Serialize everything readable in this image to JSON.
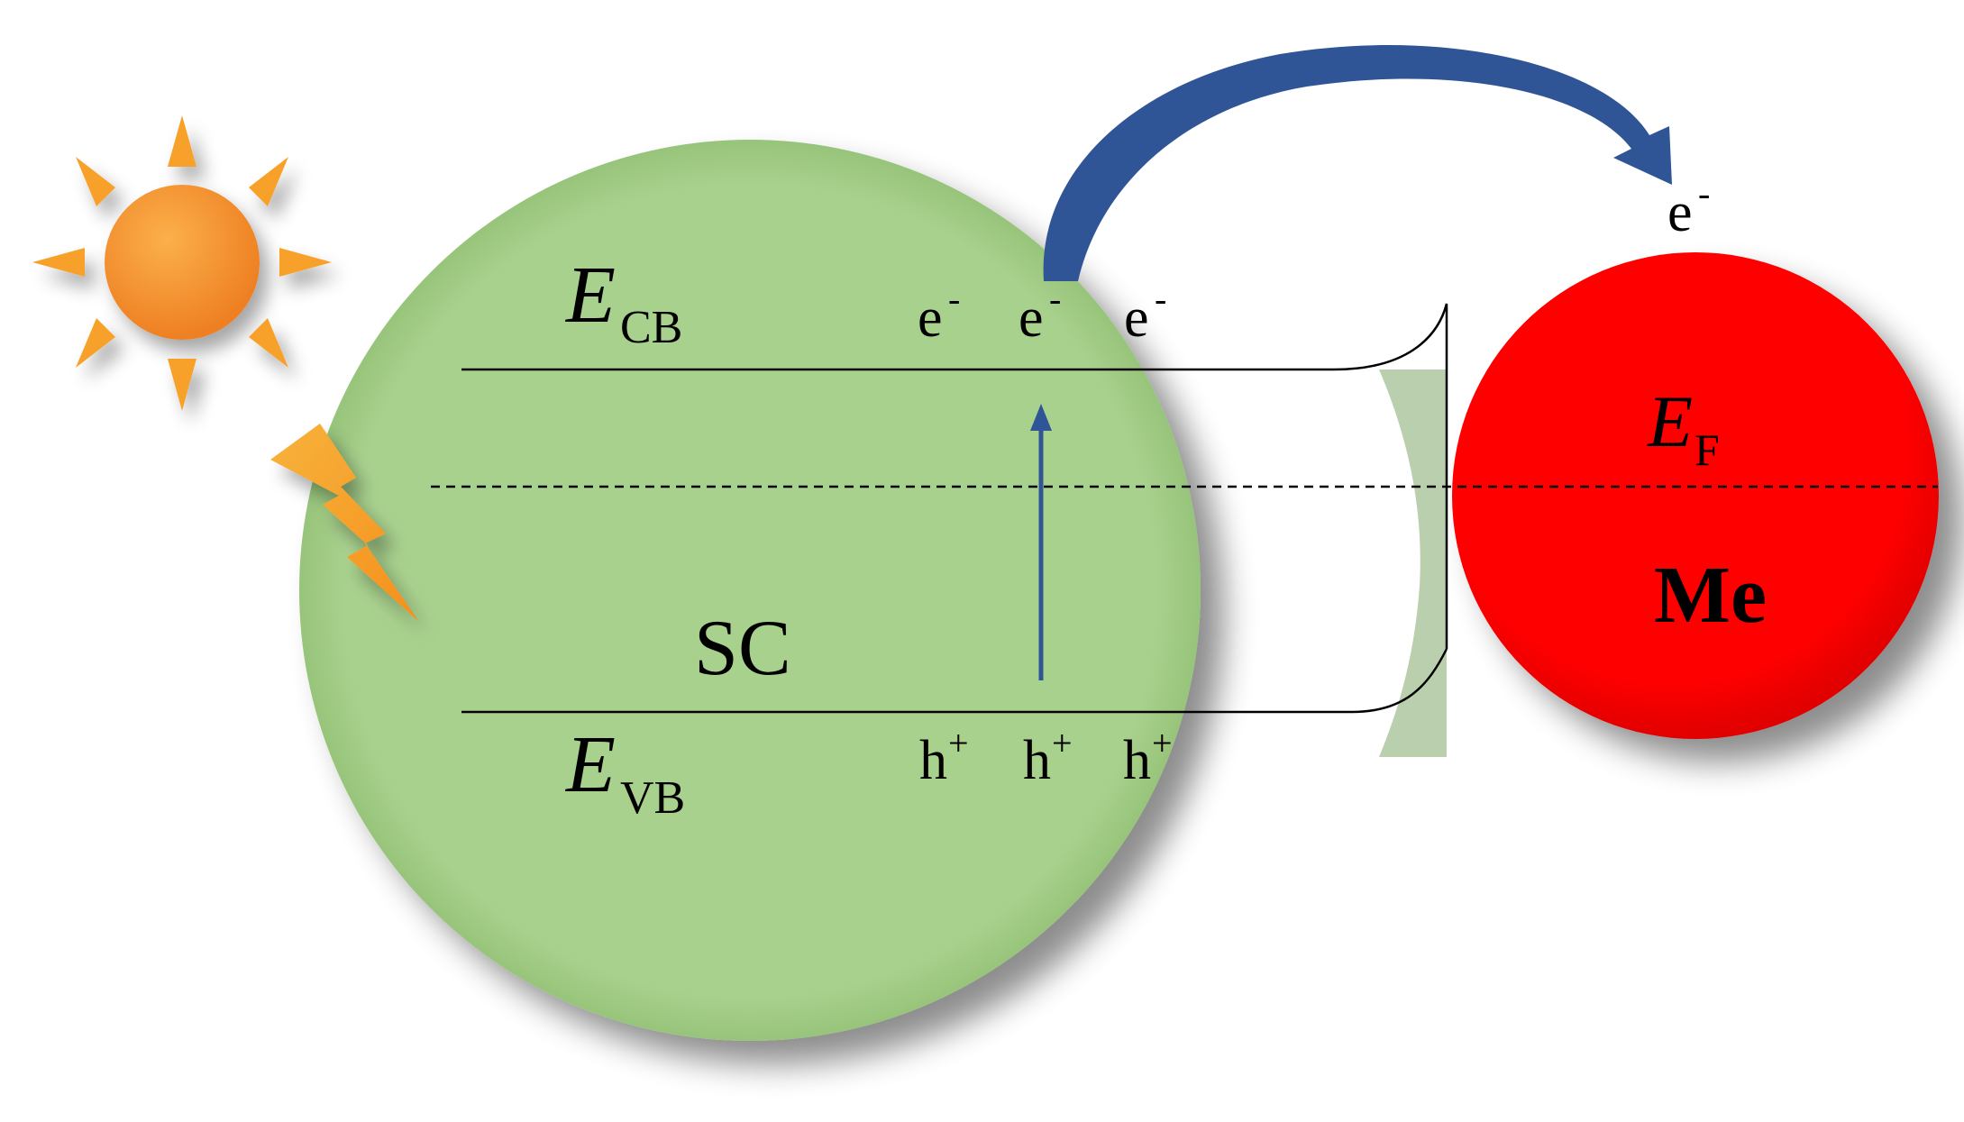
{
  "labels": {
    "conduction_band": {
      "main": "E",
      "sub": "CB"
    },
    "valence_band": {
      "main": "E",
      "sub": "VB"
    },
    "fermi_level": {
      "main": "E",
      "sub": "F"
    },
    "semiconductor": "SC",
    "metal": "Me",
    "electron_base": "e",
    "electron_sign": "-",
    "hole_base": "h",
    "hole_sign": "+"
  },
  "colors": {
    "semiconductor_fill": "#a9d18e",
    "metal_fill": "#ff0000",
    "transfer_arrow": "#2f5597",
    "excitation_arrow": "#2f5597",
    "sun_body": "#f4902a",
    "sun_rays": "#f8a12b",
    "lightning": "#f8a12b"
  },
  "icons": [
    "sun-icon",
    "lightning-icon"
  ]
}
